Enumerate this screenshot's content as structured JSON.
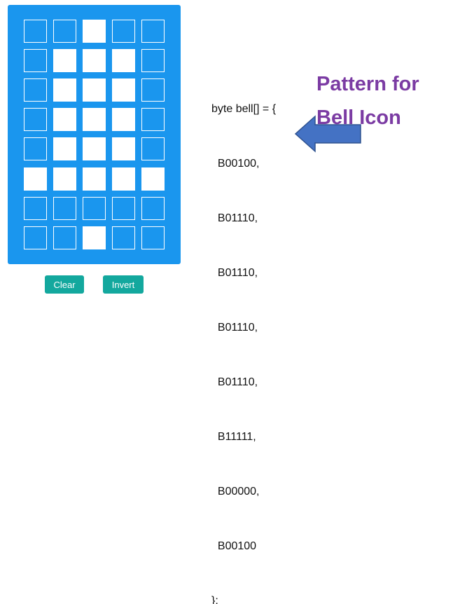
{
  "colors": {
    "grid_background": "#1a96ee",
    "cell_on": "#ffffff",
    "button_background": "#13a89e",
    "annotation_text": "#7b3ba3",
    "arrow_fill": "#4472c4"
  },
  "grid": {
    "rows": [
      [
        0,
        0,
        1,
        0,
        0
      ],
      [
        0,
        1,
        1,
        1,
        0
      ],
      [
        0,
        1,
        1,
        1,
        0
      ],
      [
        0,
        1,
        1,
        1,
        0
      ],
      [
        0,
        1,
        1,
        1,
        0
      ],
      [
        1,
        1,
        1,
        1,
        1
      ],
      [
        0,
        0,
        0,
        0,
        0
      ],
      [
        0,
        0,
        1,
        0,
        0
      ]
    ]
  },
  "buttons": {
    "clear_label": "Clear",
    "invert_label": "Invert"
  },
  "code_lines": [
    "byte bell[] = {",
    "  B00100,",
    "  B01110,",
    "  B01110,",
    "  B01110,",
    "  B01110,",
    "  B11111,",
    "  B00000,",
    "  B00100",
    "};"
  ],
  "annotation": {
    "line1": "Pattern for",
    "line2": "Bell Icon"
  },
  "arrow_icon": "left-arrow-icon"
}
